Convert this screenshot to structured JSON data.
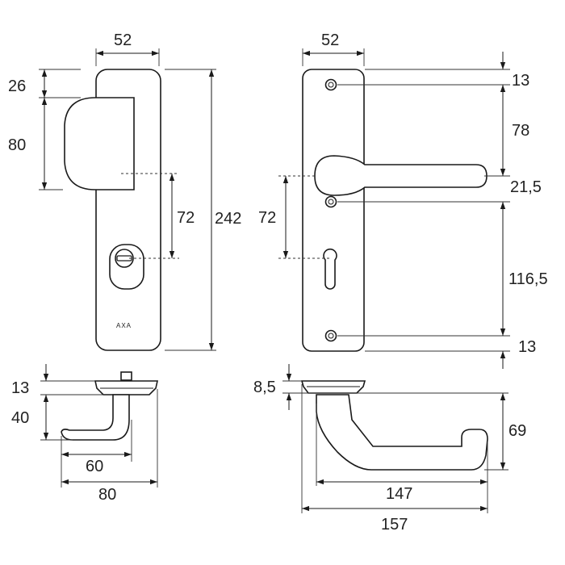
{
  "brand": "AXA",
  "dimensions": {
    "left_width": "52",
    "right_width": "52",
    "left_top": "26",
    "left_knob": "80",
    "left_axis": "72",
    "left_total": "242",
    "right_top": "13",
    "right_upper": "78",
    "right_handle": "21,5",
    "right_axis": "72",
    "right_lower": "116,5",
    "right_bottom": "13",
    "small_plate": "13",
    "small_depth": "40",
    "small_reach": "60",
    "small_length": "80",
    "handle_plate": "8,5",
    "handle_depth": "69",
    "handle_reach": "147",
    "handle_length": "157"
  }
}
